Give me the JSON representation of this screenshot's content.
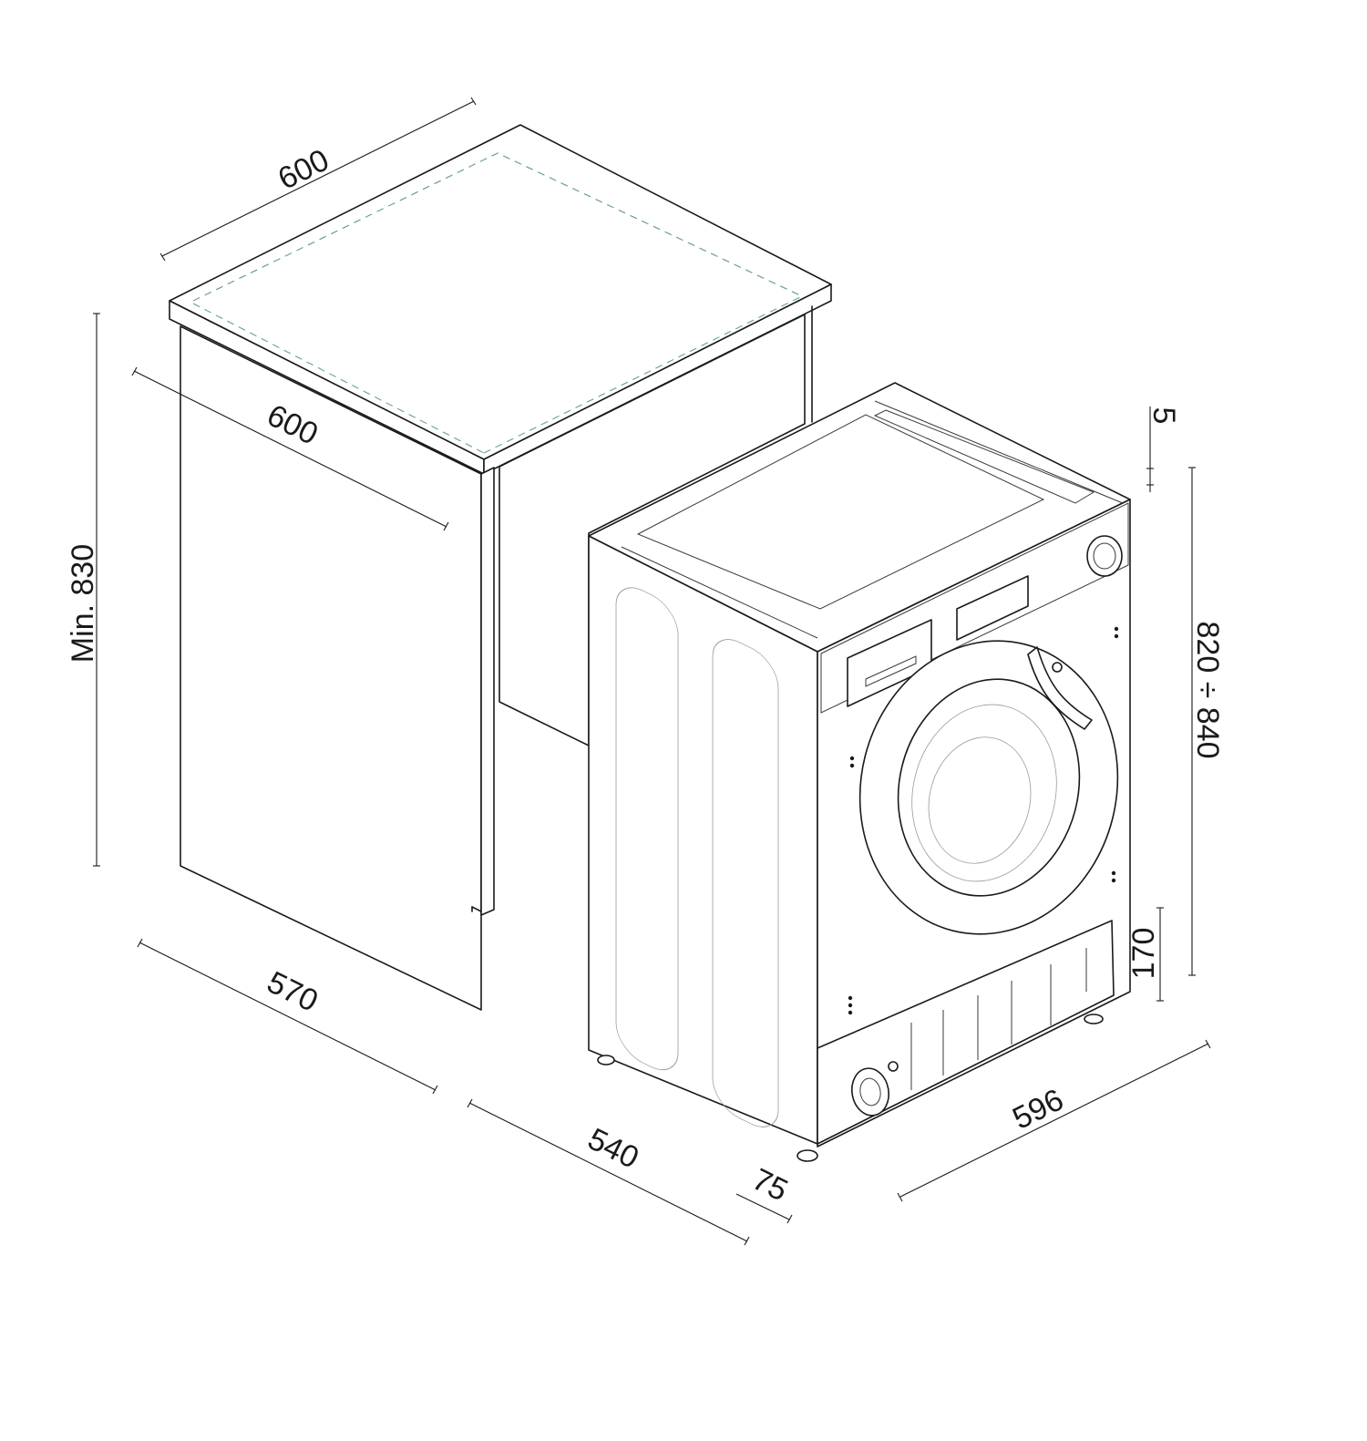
{
  "dimensions": {
    "cabinet_top_width": "600",
    "cabinet_depth": "600",
    "cabinet_min_height": "Min. 830",
    "cabinet_side_depth": "570",
    "machine_depth": "540",
    "door_protrusion": "75",
    "machine_width": "596",
    "machine_height": "820 ÷ 840",
    "top_gap": "5",
    "plinth_height": "170"
  },
  "colors": {
    "line": "#1a1a1a",
    "dashed_outline": "#6aa08a",
    "background": "#ffffff"
  }
}
